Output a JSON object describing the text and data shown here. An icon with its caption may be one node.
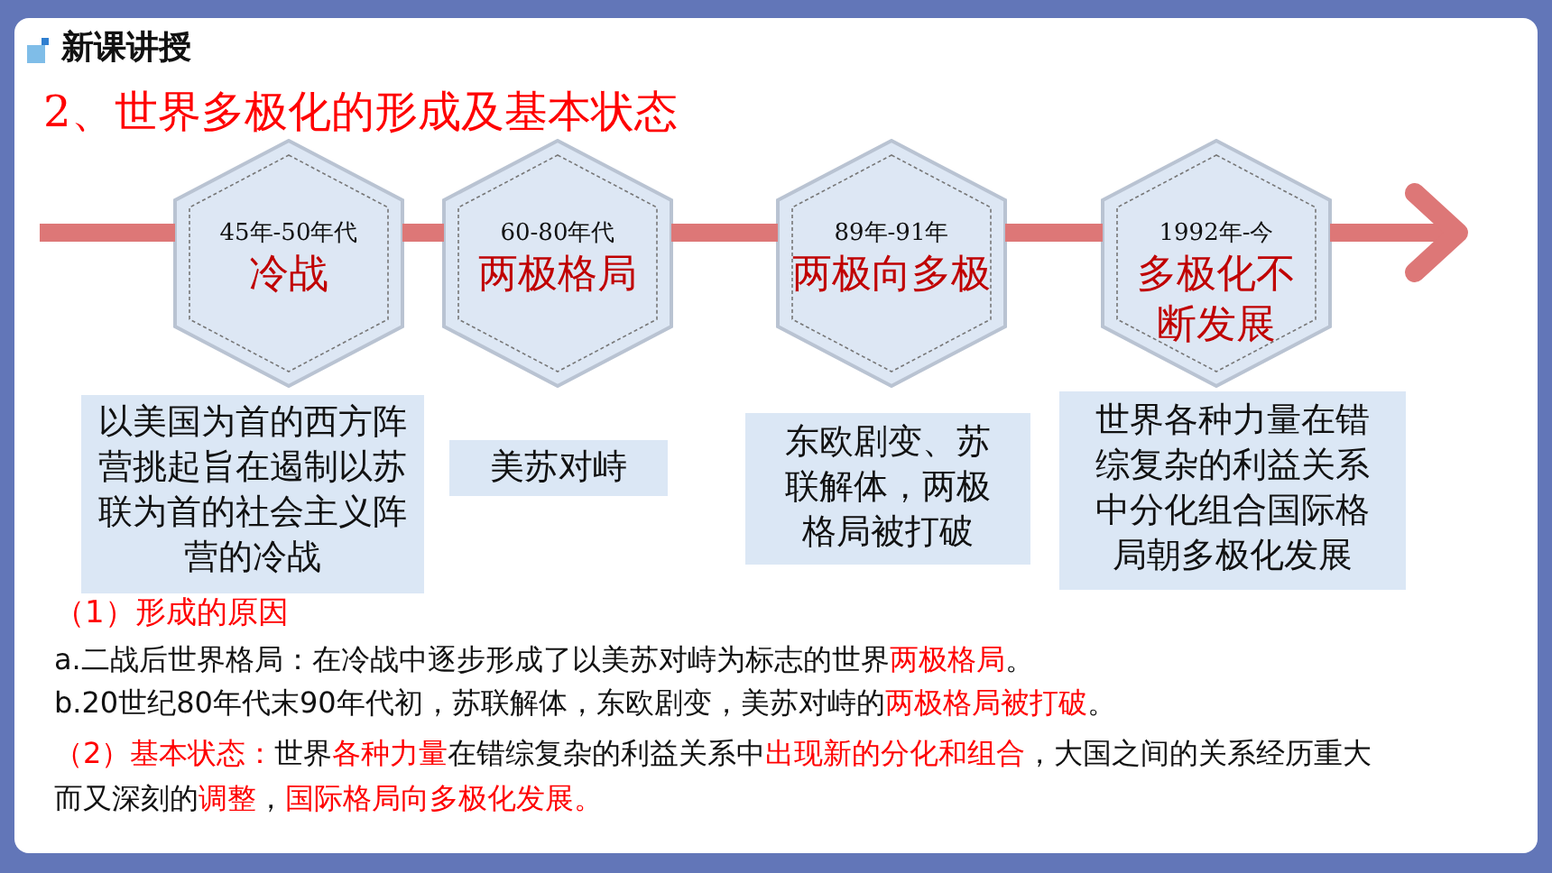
{
  "diagram": {
    "title": "2、世界多极化的形成及基本状态",
    "nodes": [
      {
        "text": [
          "45年-50年代",
          "冷战"
        ]
      },
      {
        "text": [
          "60-80年代",
          "两极格局"
        ]
      },
      {
        "text": [
          "89年-91年",
          "两极向多极"
        ]
      },
      {
        "text": [
          "1992年-今",
          "多极化不断发展"
        ]
      },
      {
        "text": [
          "以美国为首的西方阵营挑起旨在遏制以苏联为首的社会主义阵营的冷战"
        ]
      },
      {
        "text": [
          "美苏对峙"
        ]
      },
      {
        "text": [
          "东欧剧变、苏联解体，两极格局被打破"
        ]
      },
      {
        "text": [
          "世界各种力量在错综复杂的利益关系中分化组合国际格局朝多极化发展"
        ]
      }
    ],
    "edges": [
      {
        "from": null,
        "to": 0,
        "arrow": "none"
      },
      {
        "from": 0,
        "to": 1,
        "arrow": "none"
      },
      {
        "from": 1,
        "to": 2,
        "arrow": "none"
      },
      {
        "from": 2,
        "to": 3,
        "arrow": "none"
      },
      {
        "from": 3,
        "to": null,
        "arrow": "to"
      }
    ],
    "labels": [
      "新课讲授",
      "（1）形成的原因",
      "a.二战后世界格局：在冷战中逐步形成了以美苏对峙为标志的世界**两极格局**。",
      "b.20世纪80年代末90年代初，苏联解体，东欧剧变，美苏对峙的**两极格局被打破**。",
      "**（2）基本状态：**世界**各种力量**在错综复杂的利益关系中**出现新的分化和组合**，大国之间的关系经历重大而又深刻的**调整**，**国际格局向多极化发展。**"
    ]
  }
}
